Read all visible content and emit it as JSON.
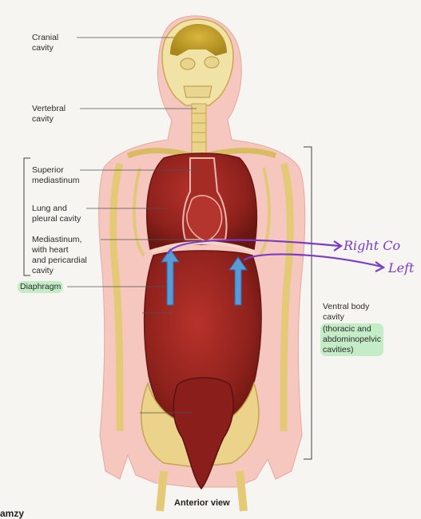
{
  "labels": {
    "cranial": [
      "Cranial",
      "cavity"
    ],
    "vertebral": [
      "Vertebral",
      "cavity"
    ],
    "superior_mediastinum": [
      "Superior",
      "mediastinum"
    ],
    "lung": [
      "Lung and",
      "pleural cavity"
    ],
    "mediastinum": [
      "Mediastinum,",
      "with heart",
      "and pericardial",
      "cavity"
    ],
    "diaphragm": "Diaphragm",
    "ventral": [
      "Ventral body",
      "cavity"
    ],
    "ventral_sub": [
      "(thoracic and",
      "abdominopelvic",
      "cavities)"
    ]
  },
  "annotations": {
    "right": "Right Co",
    "left": "Left"
  },
  "caption": "Anterior view",
  "corner_text": "amzy",
  "colors": {
    "annotation": "#7a3cc7",
    "highlight": "#a0e6aa",
    "arrow": "#5a9ad6",
    "organ": "#9a2520",
    "bone": "#e8cf7a",
    "skin": "#f6c7bf"
  }
}
